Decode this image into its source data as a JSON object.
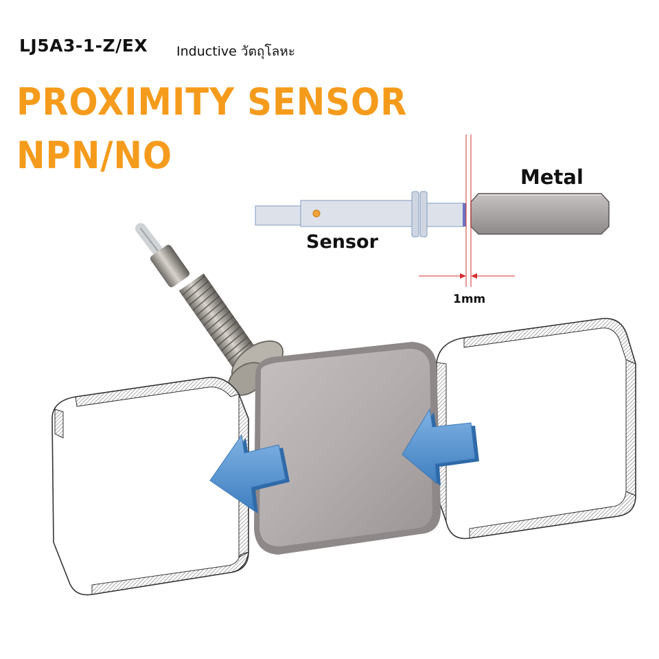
{
  "header": {
    "model": "LJ5A3-1-Z/EX",
    "subtitle": "Inductive วัตถุโลหะ"
  },
  "headline": {
    "line1": "PROXIMITY SENSOR",
    "line2": "NPN/NO"
  },
  "diagram": {
    "metal_label": "Metal",
    "sensor_label": "Sensor",
    "gap_label": "1mm"
  },
  "colors": {
    "headline": "#f59b1c",
    "arrow": "#5b9bd5",
    "gap_line": "#d32f2f",
    "sensor_body": "#dde2ea",
    "metal_block": "#a9a4a4"
  }
}
